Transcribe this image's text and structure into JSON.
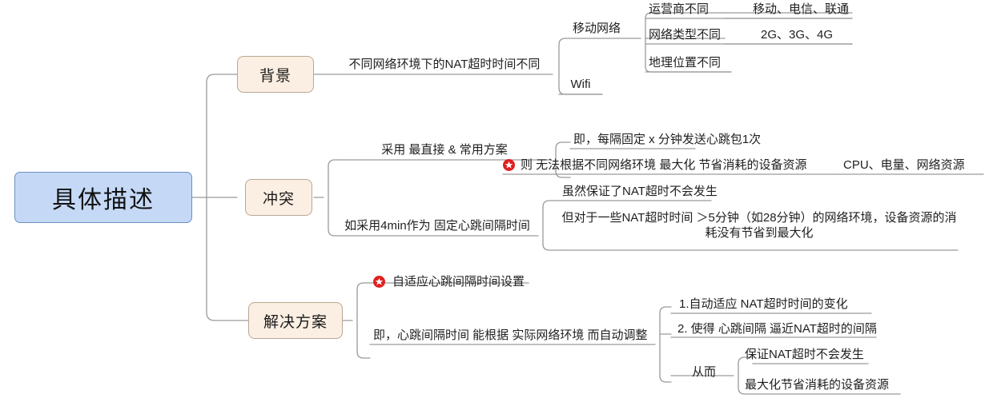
{
  "diagram": {
    "type": "mindmap",
    "root": {
      "label": "具体描述"
    },
    "branches": [
      {
        "label": "背景"
      },
      {
        "label": "冲突"
      },
      {
        "label": "解决方案"
      }
    ]
  },
  "background": {
    "topic": "不同网络环境下的NAT超时时间不同",
    "networks": [
      {
        "label": "移动网络"
      },
      {
        "label": "Wifi"
      }
    ],
    "mobile_factors": [
      {
        "label": "运营商不同",
        "detail": "移动、电信、联通"
      },
      {
        "label": "网络类型不同",
        "detail": "2G、3G、4G"
      },
      {
        "label": "地理位置不同",
        "detail": ""
      }
    ]
  },
  "conflict": {
    "approach_common": "采用 最直接 & 常用方案",
    "approach_common_detail": "即，每隔固定 x 分钟发送心跳包1次",
    "approach_common_problem": "则 无法根据不同网络环境 最大化 节省消耗的设备资源",
    "approach_common_problem_detail": "CPU、电量、网络资源",
    "approach_fixed": "如采用4min作为 固定心跳间隔时间",
    "approach_fixed_pro": "虽然保证了NAT超时不会发生",
    "approach_fixed_con": "但对于一些NAT超时时间 ＞5分钟（如28分钟）的网络环境，设备资源的消耗没有节省到最大化"
  },
  "solution": {
    "headline": "自适应心跳间隔时间设置",
    "description": "即，心跳间隔时间 能根据 实际网络环境 而自动调整",
    "effects": [
      "1.自动适应 NAT超时时间的变化",
      "2. 使得 心跳间隔 逼近NAT超时的间隔"
    ],
    "thus_label": "从而",
    "thus_items": [
      "保证NAT超时不会发生",
      "最大化节省消耗的设备资源"
    ]
  },
  "icons": {
    "star": "red-star-icon"
  },
  "colors": {
    "root_fill": "#c5d9f7",
    "root_border": "#6b8fc4",
    "branch_fill": "#fbeee2",
    "branch_border": "#b9a893",
    "wire": "#9a9a9a",
    "star": "#e02020",
    "text": "#1f1f1f"
  }
}
